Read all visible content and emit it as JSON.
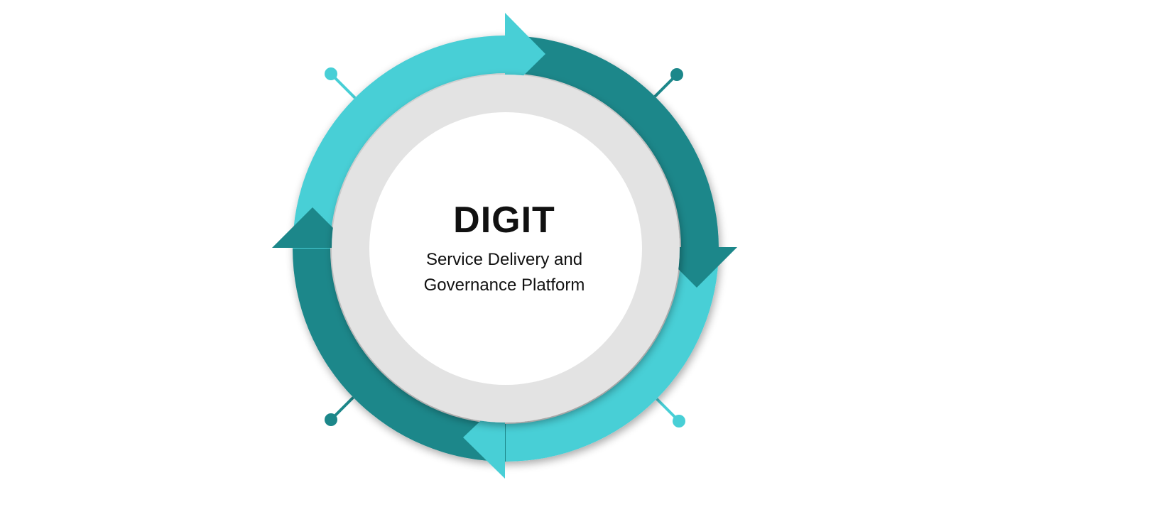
{
  "diagram": {
    "title": "DIGIT",
    "subtitle_line1": "Service Delivery and",
    "subtitle_line2": "Governance Platform"
  },
  "colors": {
    "light_teal": "#48CFD6",
    "dark_teal": "#1C878A",
    "ring_gray": "#E3E3E3",
    "center_white": "#FFFFFF"
  },
  "icons": [
    "cycle-arrow-icon",
    "connector-pin-icon"
  ]
}
